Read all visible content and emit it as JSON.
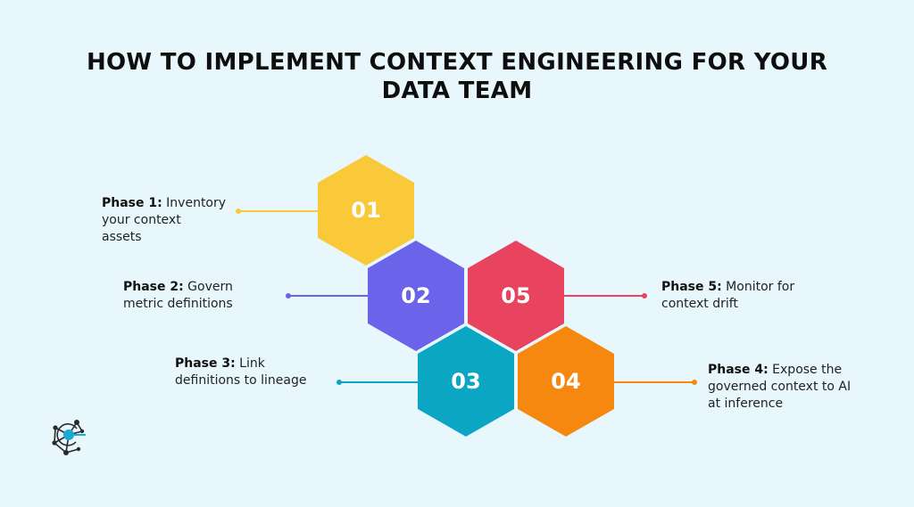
{
  "title": {
    "line1": "HOW TO IMPLEMENT CONTEXT ENGINEERING FOR YOUR",
    "line2": "DATA TEAM"
  },
  "phases": [
    {
      "number": "01",
      "title": "Phase 1:",
      "line1": "Inventory",
      "line2": "your context",
      "line3": "assets",
      "color": "#f9c93a"
    },
    {
      "number": "02",
      "title": "Phase 2:",
      "line1": "Govern",
      "line2": "metric definitions",
      "color": "#6b63ea"
    },
    {
      "number": "03",
      "title": "Phase 3:",
      "line1": "Link",
      "line2": "definitions to lineage",
      "color": "#0ba6c4"
    },
    {
      "number": "04",
      "title": "Phase 4:",
      "line1": "Expose the",
      "line2": "governed context to AI",
      "line3": "at inference",
      "color": "#f7880f"
    },
    {
      "number": "05",
      "title": "Phase 5:",
      "line1": "Monitor for",
      "line2": "context drift",
      "color": "#e8445f"
    }
  ],
  "logo": {
    "icon": "network-logo-icon",
    "color": "#2a2a2a",
    "accent": "#1ca9d6"
  }
}
